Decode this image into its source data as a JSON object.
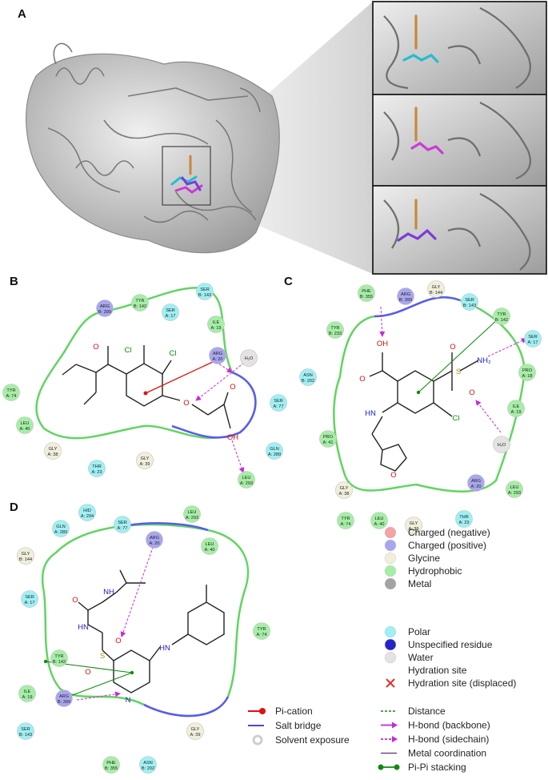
{
  "panels": {
    "a": "A",
    "b": "B",
    "c": "C",
    "d": "D"
  },
  "colors": {
    "charged_negative": "#f5a3a3",
    "charged_positive": "#a9a6ee",
    "glycine": "#f1efdc",
    "hydrophobic": "#a6eea6",
    "metal": "#a3a3a3",
    "polar": "#9ff0f3",
    "unspecified": "#2424c8",
    "water": "#e3e3e3",
    "pi_cation": "#e01010",
    "salt_bridge": "#4848d8",
    "hbond": "#c828dc",
    "pipi": "#108a10",
    "displaced": "#e03030"
  },
  "panel_b": {
    "residues": [
      {
        "name": "ARG",
        "num": "B: 399",
        "type": "positive"
      },
      {
        "name": "TYR",
        "num": "B: 142",
        "type": "hydrophobic"
      },
      {
        "name": "SER",
        "num": "A: 17",
        "type": "polar"
      },
      {
        "name": "SER",
        "num": "B: 143",
        "type": "polar"
      },
      {
        "name": "ILE",
        "num": "A: 19",
        "type": "hydrophobic"
      },
      {
        "name": "ARG",
        "num": "A: 20",
        "type": "positive"
      },
      {
        "name": "H₂O",
        "num": "",
        "type": "water"
      },
      {
        "name": "TYR",
        "num": "A: 74",
        "type": "hydrophobic"
      },
      {
        "name": "LEU",
        "num": "A: 40",
        "type": "hydrophobic"
      },
      {
        "name": "GLY",
        "num": "A: 38",
        "type": "glycine"
      },
      {
        "name": "THR",
        "num": "A: 23",
        "type": "polar"
      },
      {
        "name": "GLY",
        "num": "A: 39",
        "type": "glycine"
      },
      {
        "name": "SER",
        "num": "A: 77",
        "type": "polar"
      },
      {
        "name": "GLN",
        "num": "A: 289",
        "type": "polar"
      },
      {
        "name": "LEU",
        "num": "A: 293",
        "type": "hydrophobic"
      }
    ],
    "atoms": [
      "Cl",
      "Cl",
      "O",
      "O",
      "O",
      "OH"
    ]
  },
  "panel_c": {
    "residues": [
      {
        "name": "PHE",
        "num": "B: 355",
        "type": "hydrophobic"
      },
      {
        "name": "ARG",
        "num": "B: 399",
        "type": "positive"
      },
      {
        "name": "GLY",
        "num": "B: 144",
        "type": "glycine"
      },
      {
        "name": "SER",
        "num": "B: 143",
        "type": "polar"
      },
      {
        "name": "TYR",
        "num": "B: 142",
        "type": "hydrophobic"
      },
      {
        "name": "SER",
        "num": "A: 17",
        "type": "polar"
      },
      {
        "name": "TYR",
        "num": "B: 233",
        "type": "hydrophobic"
      },
      {
        "name": "PRO",
        "num": "A: 18",
        "type": "hydrophobic"
      },
      {
        "name": "ASN",
        "num": "B: 202",
        "type": "polar"
      },
      {
        "name": "ILE",
        "num": "A: 19",
        "type": "hydrophobic"
      },
      {
        "name": "H₂O",
        "num": "",
        "type": "water"
      },
      {
        "name": "PRO",
        "num": "A: 41",
        "type": "hydrophobic"
      },
      {
        "name": "GLY",
        "num": "A: 38",
        "type": "glycine"
      },
      {
        "name": "ARG",
        "num": "A: 20",
        "type": "positive"
      },
      {
        "name": "LEU",
        "num": "A: 293",
        "type": "hydrophobic"
      },
      {
        "name": "TYR",
        "num": "A: 74",
        "type": "hydrophobic"
      },
      {
        "name": "LEU",
        "num": "A: 40",
        "type": "hydrophobic"
      },
      {
        "name": "GLY",
        "num": "A: 39",
        "type": "glycine"
      },
      {
        "name": "THR",
        "num": "A: 23",
        "type": "polar"
      }
    ],
    "atoms": [
      "OH",
      "O",
      "S",
      "O",
      "O",
      "NH₂",
      "HN",
      "Cl",
      "O"
    ]
  },
  "panel_d": {
    "residues": [
      {
        "name": "HID",
        "num": "A: 294",
        "type": "polar"
      },
      {
        "name": "SER",
        "num": "A: 77",
        "type": "polar"
      },
      {
        "name": "LEU",
        "num": "A: 293",
        "type": "hydrophobic"
      },
      {
        "name": "GLN",
        "num": "A: 289",
        "type": "polar"
      },
      {
        "name": "ARG",
        "num": "A: 20",
        "type": "positive"
      },
      {
        "name": "LEU",
        "num": "A: 40",
        "type": "hydrophobic"
      },
      {
        "name": "GLY",
        "num": "B: 144",
        "type": "glycine"
      },
      {
        "name": "SER",
        "num": "A: 17",
        "type": "polar"
      },
      {
        "name": "TYR",
        "num": "A: 74",
        "type": "hydrophobic"
      },
      {
        "name": "TYR",
        "num": "B: 142",
        "type": "hydrophobic"
      },
      {
        "name": "ILE",
        "num": "A: 19",
        "type": "hydrophobic"
      },
      {
        "name": "ARG",
        "num": "B: 399",
        "type": "positive"
      },
      {
        "name": "GLY",
        "num": "A: 39",
        "type": "glycine"
      },
      {
        "name": "SER",
        "num": "B: 143",
        "type": "polar"
      },
      {
        "name": "PHE",
        "num": "B: 355",
        "type": "hydrophobic"
      },
      {
        "name": "ASN",
        "num": "B: 202",
        "type": "polar"
      }
    ],
    "atoms": [
      "O",
      "NH",
      "HN",
      "S",
      "O",
      "O",
      "HN",
      "N"
    ]
  },
  "legend": {
    "residue_types": [
      {
        "label": "Charged (negative)",
        "color": "#f5a3a3"
      },
      {
        "label": "Charged (positive)",
        "color": "#a9a6ee"
      },
      {
        "label": "Glycine",
        "color": "#f1efdc"
      },
      {
        "label": "Hydrophobic",
        "color": "#a6eea6"
      },
      {
        "label": "Metal",
        "color": "#a3a3a3"
      }
    ],
    "residue_types_2": [
      {
        "label": "Polar",
        "color": "#9ff0f3"
      },
      {
        "label": "Unspecified residue",
        "color": "#2424c8"
      },
      {
        "label": "Water",
        "color": "#e3e3e3"
      },
      {
        "label": "Hydration site",
        "color": ""
      },
      {
        "label": "Hydration site (displaced)",
        "color": ""
      }
    ],
    "interactions_left": [
      {
        "label": "Pi-cation",
        "icon": "pi-cation-icon"
      },
      {
        "label": "Salt bridge",
        "icon": "salt-bridge-icon"
      },
      {
        "label": "Solvent exposure",
        "icon": "solvent-exposure-icon"
      }
    ],
    "interactions_right": [
      {
        "label": "Distance",
        "icon": "distance-icon"
      },
      {
        "label": "H-bond (backbone)",
        "icon": "hbond-backbone-icon"
      },
      {
        "label": "H-bond (sidechain)",
        "icon": "hbond-sidechain-icon"
      },
      {
        "label": "Metal coordination",
        "icon": "metal-coordination-icon"
      },
      {
        "label": "Pi-Pi stacking",
        "icon": "pi-pi-stacking-icon"
      }
    ]
  }
}
